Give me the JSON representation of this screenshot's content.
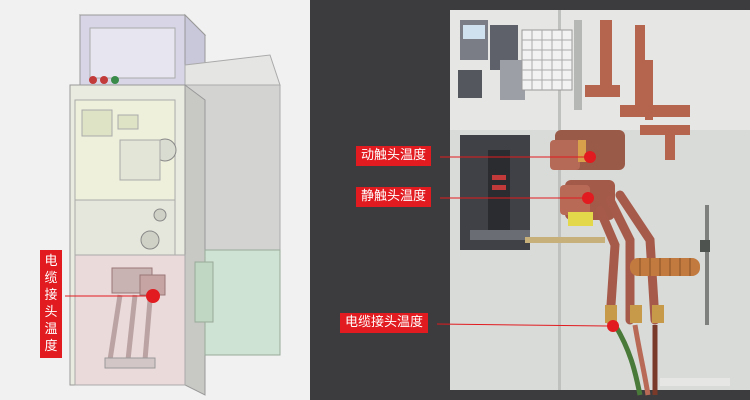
{
  "labels": {
    "cable_joint_temp_left": "电缆接头温度",
    "moving_contact_temp": "动触头温度",
    "static_contact_temp": "静触头温度",
    "cable_joint_temp_right": "电缆接头温度"
  },
  "colors": {
    "label_bg": "#e11b1f",
    "busbar_copper": "#b5654e",
    "dark_bg": "#3c3c3e",
    "cabinet_green": "#cfe3d4"
  }
}
